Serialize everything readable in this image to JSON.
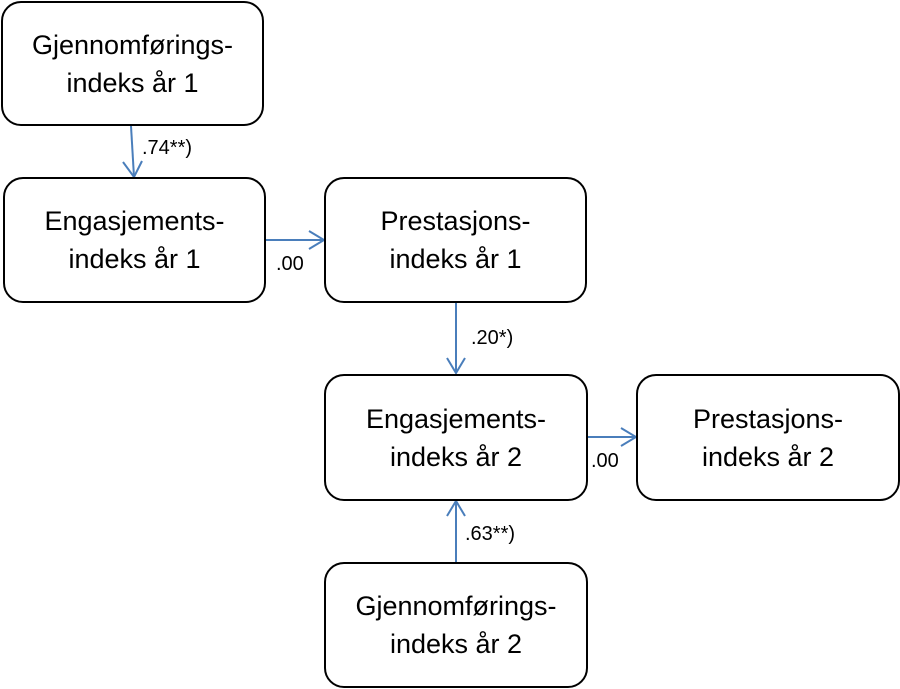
{
  "nodes": {
    "gjennomforing_1": {
      "line1": "Gjennomførings-",
      "line2": "indeks år 1"
    },
    "engasjement_1": {
      "line1": "Engasjements-",
      "line2": "indeks år 1"
    },
    "prestasjon_1": {
      "line1": "Prestasjons-",
      "line2": "indeks år 1"
    },
    "engasjement_2": {
      "line1": "Engasjements-",
      "line2": "indeks år 2"
    },
    "prestasjon_2": {
      "line1": "Prestasjons-",
      "line2": "indeks år 2"
    },
    "gjennomforing_2": {
      "line1": "Gjennomførings-",
      "line2": "indeks år 2"
    }
  },
  "edges": [
    {
      "from": "gjennomforing_1",
      "to": "engasjement_1",
      "label": ".74**)"
    },
    {
      "from": "engasjement_1",
      "to": "prestasjon_1",
      "label": ".00"
    },
    {
      "from": "prestasjon_1",
      "to": "engasjement_2",
      "label": ".20*)"
    },
    {
      "from": "engasjement_2",
      "to": "prestasjon_2",
      "label": ".00"
    },
    {
      "from": "gjennomforing_2",
      "to": "engasjement_2",
      "label": ".63**)"
    }
  ],
  "colors": {
    "arrow": "#4a7ebb",
    "border": "#000000"
  }
}
